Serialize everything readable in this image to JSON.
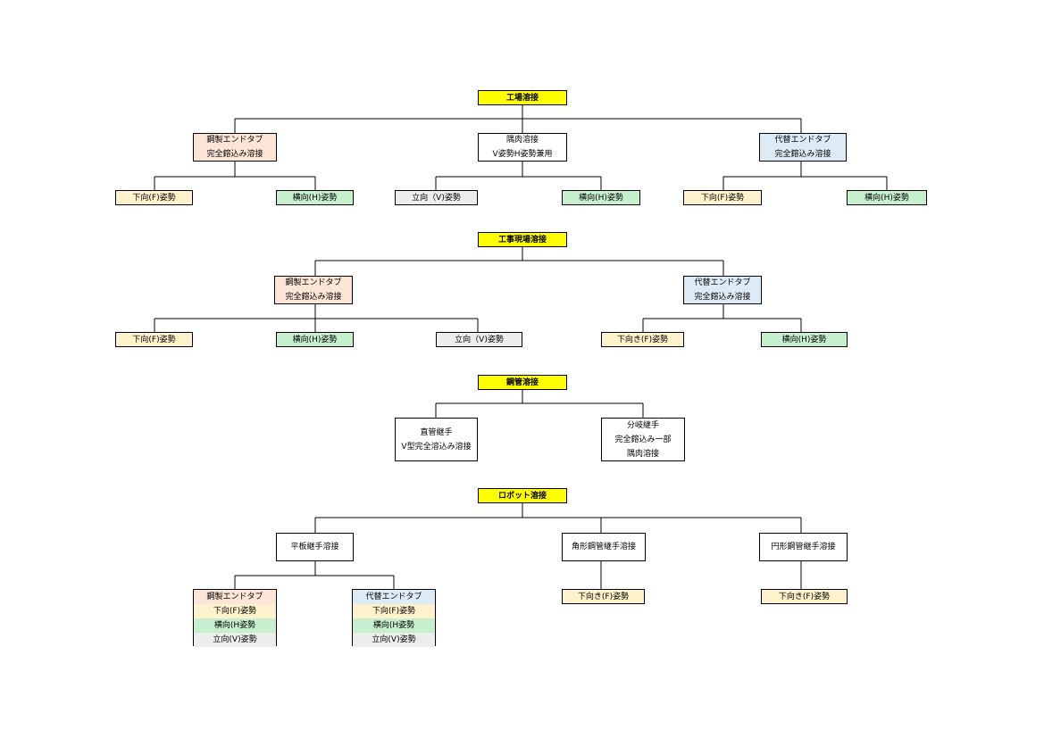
{
  "sections": [
    {
      "root": "工場溶接",
      "children": [
        {
          "lines": [
            "鋼製エンドタブ",
            "完全鎔込み溶接"
          ],
          "leaves": [
            "下向(F)姿勢",
            "横向(H)姿勢"
          ]
        },
        {
          "lines": [
            "隅肉溶接",
            "V姿勢H姿勢兼用"
          ],
          "leaves": [
            "立向（V)姿勢",
            "横向(H)姿勢"
          ]
        },
        {
          "lines": [
            "代替エンドタブ",
            "完全鎔込み溶接"
          ],
          "leaves": [
            "下向(F)姿勢",
            "横向(H)姿勢"
          ]
        }
      ]
    },
    {
      "root": "工事現場溶接",
      "children": [
        {
          "lines": [
            "鋼製エンドタブ",
            "完全鎔込み溶接"
          ],
          "leaves": [
            "下向(F)姿勢",
            "横向(H)姿勢",
            "立向（V)姿勢"
          ]
        },
        {
          "lines": [
            "代替エンドタブ",
            "完全鎔込み溶接"
          ],
          "leaves": [
            "下向き(F)姿勢",
            "横向(H)姿勢"
          ]
        }
      ]
    },
    {
      "root": "鋼管溶接",
      "children": [
        {
          "lines": [
            "直管継手",
            "V型完全溶込み溶接"
          ]
        },
        {
          "lines": [
            "分岐継手",
            "完全鎔込み一部",
            "隅肉溶接"
          ]
        }
      ]
    },
    {
      "root": "ロボット溶接",
      "children": [
        {
          "lines": [
            "平板継手溶接"
          ]
        },
        {
          "lines": [
            "角形鋼管継手溶接"
          ],
          "leaves": [
            "下向き(F)姿勢"
          ]
        },
        {
          "lines": [
            "円形鋼管継手溶接"
          ],
          "leaves": [
            "下向き(F)姿勢"
          ]
        }
      ],
      "stacks": [
        {
          "title": "鋼製エンドタブ",
          "rows": [
            "下向(F)姿勢",
            "横向(H姿勢",
            "立向(V)姿勢"
          ]
        },
        {
          "title": "代替エンドタブ",
          "rows": [
            "下向(F)姿勢",
            "横向(H姿勢",
            "立向(V)姿勢"
          ]
        }
      ]
    }
  ],
  "colors": {
    "root": "#ffff00",
    "steel_tab": "#fce4d6",
    "alt_tab": "#ddebf7",
    "flat": "#fff2cc",
    "horizontal": "#c6efce",
    "vertical": "#ededed"
  }
}
